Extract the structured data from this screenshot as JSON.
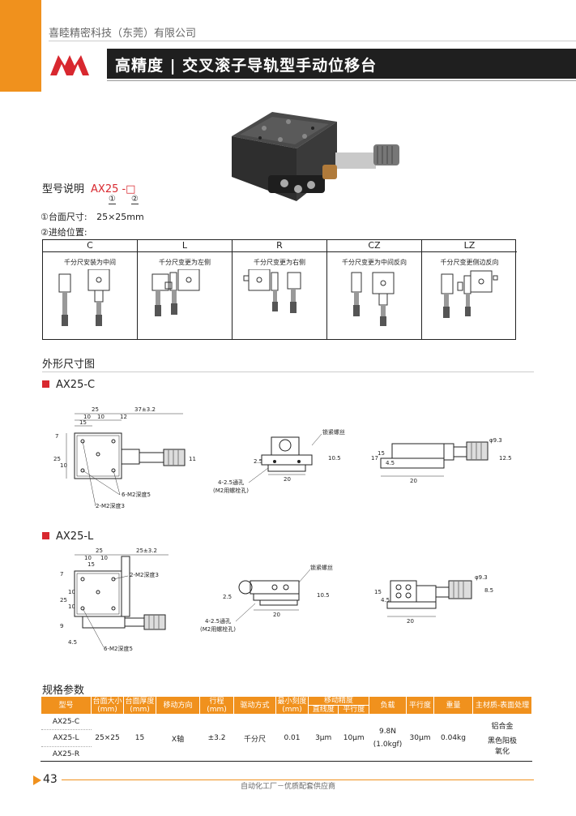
{
  "header": {
    "company": "喜睦精密科技（东莞）有限公司",
    "title": "高精度 | 交叉滚子导轨型手动位移台"
  },
  "model": {
    "label": "型号说明",
    "code": "AX25 -□",
    "idx1": "①",
    "idx2": "②",
    "spec1_label": "①台面尺寸:",
    "spec1_value": "25×25mm",
    "spec2_label": "②进给位置:"
  },
  "positions": [
    {
      "code": "C",
      "desc": "千分尺安装为中间"
    },
    {
      "code": "L",
      "desc": "千分尺变更为左侧"
    },
    {
      "code": "R",
      "desc": "千分尺变更为右侧"
    },
    {
      "code": "CZ",
      "desc": "千分尺变更为中间反向"
    },
    {
      "code": "LZ",
      "desc": "千分尺变更侧边反向"
    }
  ],
  "dimensions": {
    "section_title": "外形尺寸图",
    "c_title": "AX25-C",
    "l_title": "AX25-L",
    "c_labels": {
      "d25": "25",
      "d37": "37±3.2",
      "d10a": "10",
      "d10b": "10",
      "d12": "12",
      "d15": "15",
      "v7": "7",
      "v25": "25",
      "v10": "10",
      "v11": "11",
      "m6": "6-M2深度5",
      "m2": "2-M2深度3",
      "lock": "锁紧螺丝",
      "f25": "2.5",
      "f105": "10.5",
      "f20": "20",
      "hole1": "4-2.5通孔",
      "hole2": "(M2用螺栓孔)",
      "s17": "17",
      "s15": "15",
      "s45": "4.5",
      "s20": "20",
      "sphi": "φ9.3",
      "s125": "12.5"
    },
    "l_labels": {
      "d25": "25",
      "d25b": "25±3.2",
      "d10a": "10",
      "d10b": "10",
      "d15": "15",
      "v7": "7",
      "v25": "25",
      "v10a": "10",
      "v10b": "10",
      "v9": "9",
      "v45": "4.5",
      "m2": "2-M2深度3",
      "m6": "6-M2深度5",
      "lock": "锁紧螺丝",
      "f25": "2.5",
      "f105": "10.5",
      "f20": "20",
      "hole1": "4-2.5通孔",
      "hole2": "(M2用螺栓孔)",
      "s15": "15",
      "s45": "4.5",
      "s20": "20",
      "sphi": "φ9.3",
      "s85": "8.5"
    }
  },
  "spec": {
    "title": "规格参数",
    "headers": {
      "model": "型号",
      "size": "台面大小\n(mm)",
      "thick": "台面厚度\n(mm)",
      "dir": "移动方向",
      "stroke": "行程\n(mm)",
      "drive": "驱动方式",
      "min": "最小刻度\n(mm)",
      "acc": "移动精度",
      "acc_straight": "直线度",
      "acc_parallel": "平行度",
      "load": "负载",
      "par": "平行度",
      "weight": "重量",
      "material": "主材质-表面处理"
    },
    "rows": [
      "AX25-C",
      "AX25-L",
      "AX25-R"
    ],
    "values": {
      "size": "25×25",
      "thick": "15",
      "dir": "X轴",
      "stroke": "±3.2",
      "drive": "千分尺",
      "min": "0.01",
      "straight": "3μm",
      "parallel": "10μm",
      "load1": "9.8N",
      "load2": "(1.0kgf)",
      "par": "30μm",
      "weight": "0.04kg",
      "mat1": "铝合金",
      "mat2": "黑色阳极",
      "mat3": "氧化"
    }
  },
  "footer": {
    "page": "43",
    "slogan": "自动化工厂－优质配套供应商"
  },
  "colors": {
    "accent": "#f0911d",
    "logo_red": "#d8282f",
    "title_bg": "#1f1f1f"
  }
}
